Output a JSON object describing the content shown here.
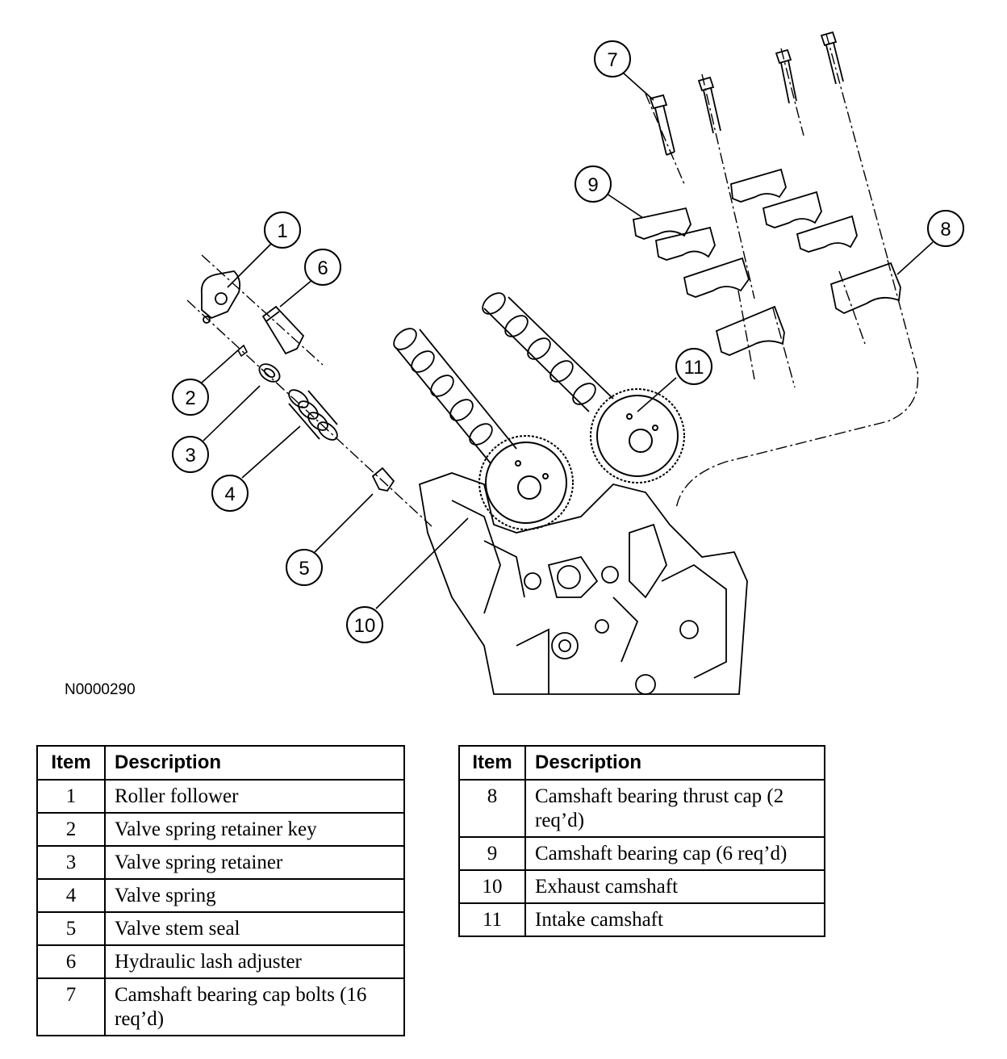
{
  "figure": {
    "id": "N0000290",
    "callouts": [
      "1",
      "2",
      "3",
      "4",
      "5",
      "6",
      "7",
      "8",
      "9",
      "10",
      "11"
    ]
  },
  "legend": {
    "header_item": "Item",
    "header_description": "Description",
    "left": [
      {
        "item": "1",
        "description": "Roller follower"
      },
      {
        "item": "2",
        "description": "Valve spring retainer key"
      },
      {
        "item": "3",
        "description": "Valve spring retainer"
      },
      {
        "item": "4",
        "description": "Valve spring"
      },
      {
        "item": "5",
        "description": "Valve stem seal"
      },
      {
        "item": "6",
        "description": "Hydraulic lash adjuster"
      },
      {
        "item": "7",
        "description": "Camshaft bearing cap bolts (16 req’d)"
      }
    ],
    "right": [
      {
        "item": "8",
        "description": "Camshaft bearing thrust cap (2 req’d)"
      },
      {
        "item": "9",
        "description": "Camshaft bearing cap (6 req’d)"
      },
      {
        "item": "10",
        "description": "Exhaust camshaft"
      },
      {
        "item": "11",
        "description": "Intake camshaft"
      }
    ]
  }
}
